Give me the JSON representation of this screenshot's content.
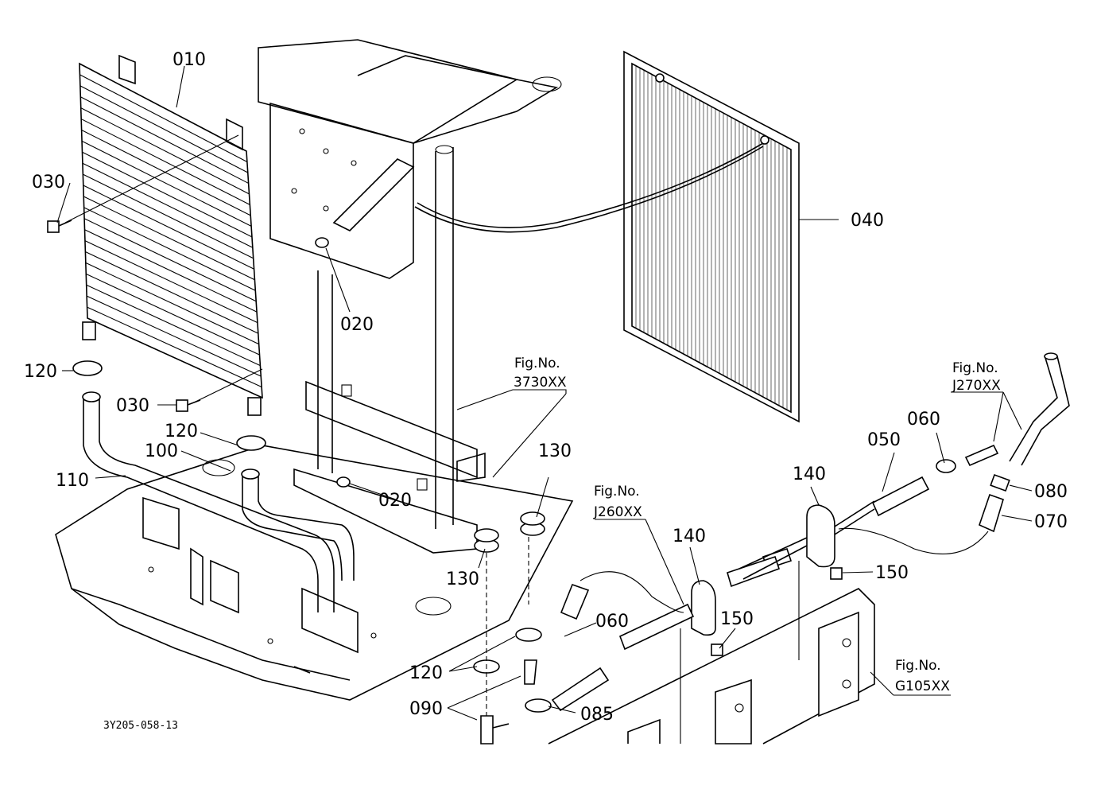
{
  "drawing_code": "3Y205-058-13",
  "parts": {
    "p010": "010",
    "p020a": "020",
    "p020b": "020",
    "p030a": "030",
    "p030b": "030",
    "p040": "040",
    "p050": "050",
    "p060a": "060",
    "p060b": "060",
    "p070": "070",
    "p080": "080",
    "p085": "085",
    "p090": "090",
    "p100": "100",
    "p110": "110",
    "p120a": "120",
    "p120b": "120",
    "p120c": "120",
    "p130a": "130",
    "p130b": "130",
    "p140a": "140",
    "p140b": "140",
    "p150a": "150",
    "p150b": "150"
  },
  "figure_refs": [
    {
      "fig": "Fig.No.",
      "code": "3730XX"
    },
    {
      "fig": "Fig.No.",
      "code": "J270XX"
    },
    {
      "fig": "Fig.No.",
      "code": "J260XX"
    },
    {
      "fig": "Fig.No.",
      "code": "G105XX"
    }
  ]
}
